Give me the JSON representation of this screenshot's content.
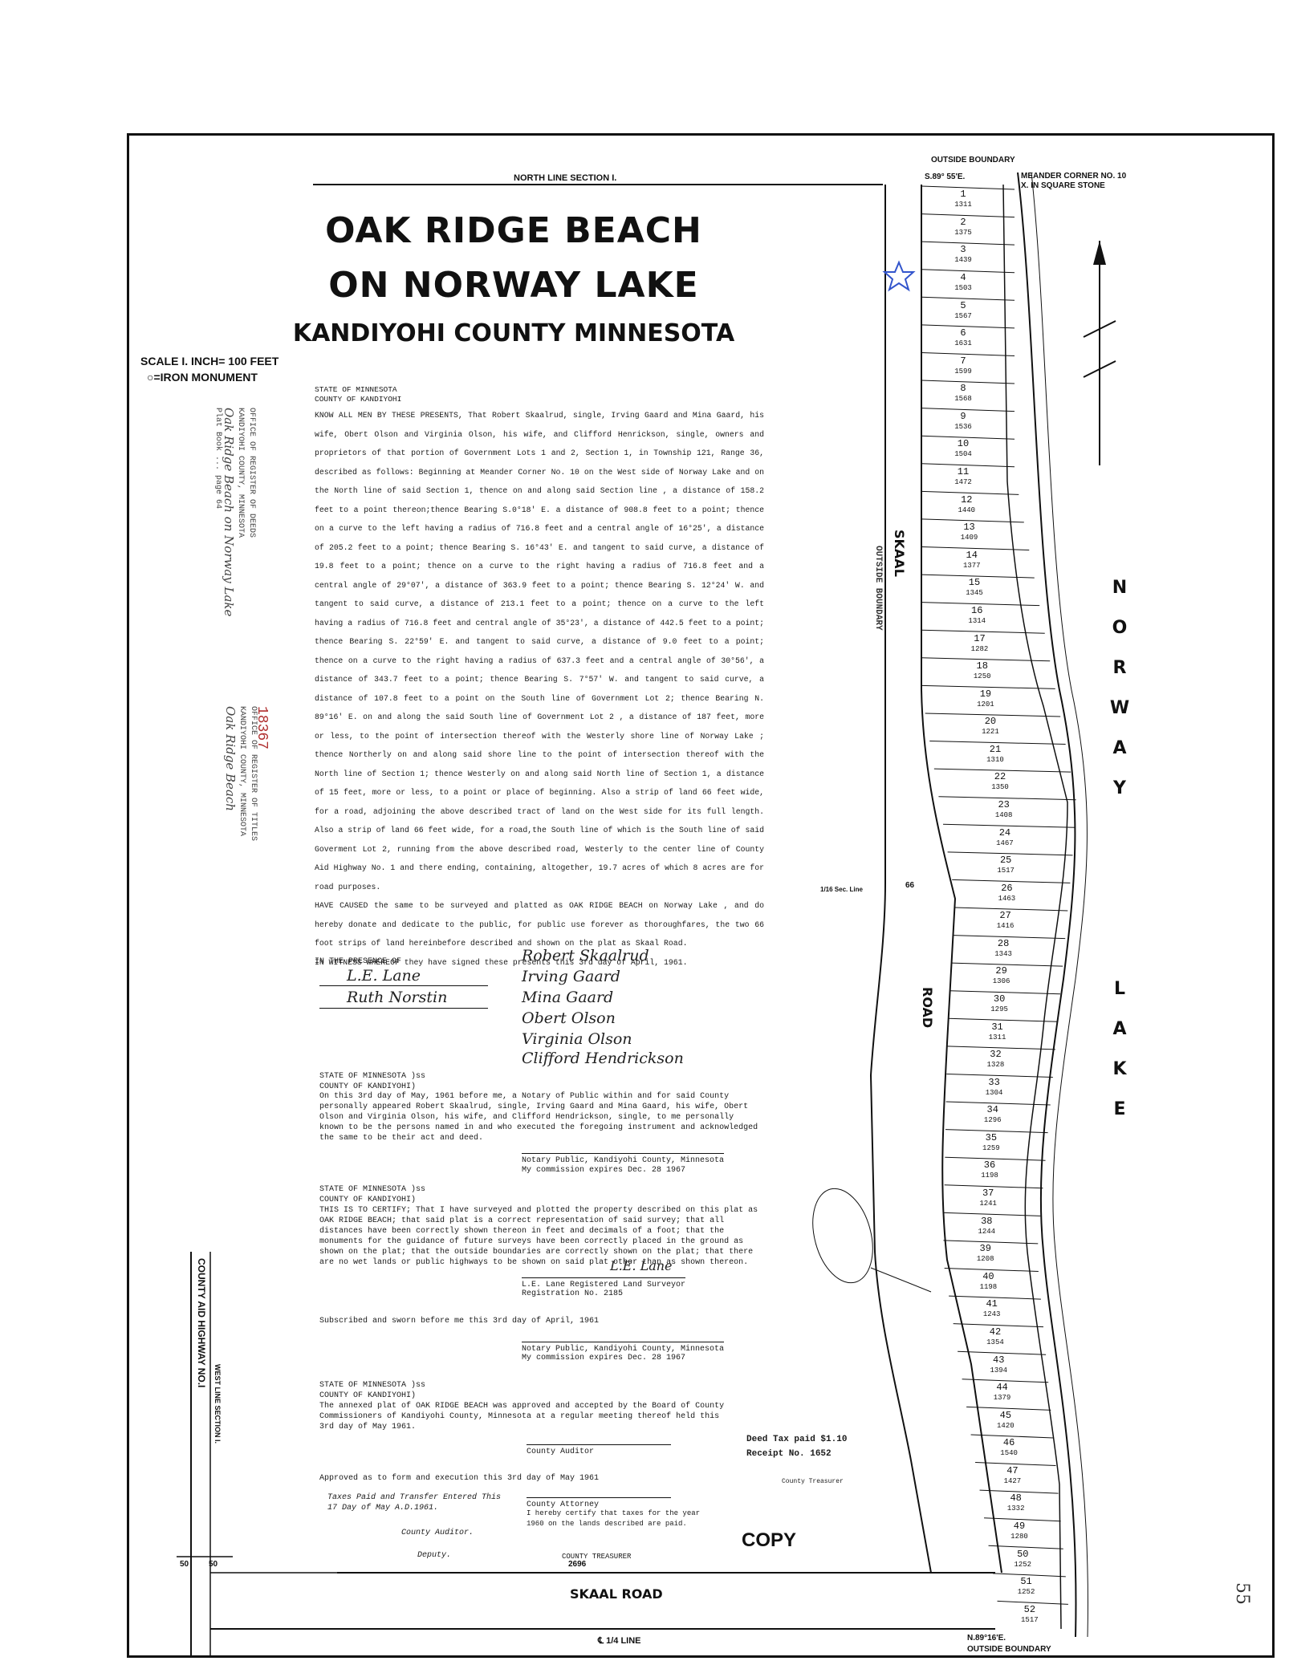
{
  "title": {
    "line1": "OAK RIDGE BEACH",
    "line2": "ON NORWAY LAKE",
    "line3": "KANDIYOHI COUNTY MINNESOTA"
  },
  "legend": {
    "scale": "SCALE I. INCH= 100 FEET",
    "monument": "○=IRON MONUMENT"
  },
  "map_labels": {
    "north_line": "NORTH LINE SECTION I.",
    "outside_boundary_top": "OUTSIDE BOUNDARY",
    "bearing_top": "S.89° 55'E.",
    "meander": "MEANDER CORNER NO. 10",
    "meander2": "X. IN SQUARE STONE",
    "lake": "NORWAY LAKE",
    "skaal": "SKAAL",
    "road": "ROAD",
    "outside_boundary_side": "OUTSIDE BOUNDARY",
    "skaal_road_bottom": "SKAAL ROAD",
    "quarter_line": "℄ 1/4 LINE",
    "outside_boundary_bottom": "OUTSIDE BOUNDARY",
    "bearing_bottom": "N.89°16'E.",
    "dist_2696": "2696",
    "county_aid": "COUNTY AID HIGHWAY NO.I",
    "west_line": "WEST LINE SECTION I.",
    "fifty_a": "50",
    "fifty_b": "50",
    "sixteenth": "1/16 Sec. Line",
    "dist_66": "66"
  },
  "lots": [
    {
      "n": "1",
      "a": "1311"
    },
    {
      "n": "2",
      "a": "1375"
    },
    {
      "n": "3",
      "a": "1439"
    },
    {
      "n": "4",
      "a": "1503"
    },
    {
      "n": "5",
      "a": "1567"
    },
    {
      "n": "6",
      "a": "1631"
    },
    {
      "n": "7",
      "a": "1599"
    },
    {
      "n": "8",
      "a": "1568"
    },
    {
      "n": "9",
      "a": "1536"
    },
    {
      "n": "10",
      "a": "1504"
    },
    {
      "n": "11",
      "a": "1472"
    },
    {
      "n": "12",
      "a": "1440"
    },
    {
      "n": "13",
      "a": "1409"
    },
    {
      "n": "14",
      "a": "1377"
    },
    {
      "n": "15",
      "a": "1345"
    },
    {
      "n": "16",
      "a": "1314"
    },
    {
      "n": "17",
      "a": "1282"
    },
    {
      "n": "18",
      "a": "1250"
    },
    {
      "n": "19",
      "a": "1201"
    },
    {
      "n": "20",
      "a": "1221"
    },
    {
      "n": "21",
      "a": "1310"
    },
    {
      "n": "22",
      "a": "1350"
    },
    {
      "n": "23",
      "a": "1408"
    },
    {
      "n": "24",
      "a": "1467"
    },
    {
      "n": "25",
      "a": "1517"
    },
    {
      "n": "26",
      "a": "1463"
    },
    {
      "n": "27",
      "a": "1416"
    },
    {
      "n": "28",
      "a": "1343"
    },
    {
      "n": "29",
      "a": "1306"
    },
    {
      "n": "30",
      "a": "1295"
    },
    {
      "n": "31",
      "a": "1311"
    },
    {
      "n": "32",
      "a": "1328"
    },
    {
      "n": "33",
      "a": "1304"
    },
    {
      "n": "34",
      "a": "1296"
    },
    {
      "n": "35",
      "a": "1259"
    },
    {
      "n": "36",
      "a": "1198"
    },
    {
      "n": "37",
      "a": "1241"
    },
    {
      "n": "38",
      "a": "1244"
    },
    {
      "n": "39",
      "a": "1208"
    },
    {
      "n": "40",
      "a": "1198"
    },
    {
      "n": "41",
      "a": "1243"
    },
    {
      "n": "42",
      "a": "1354"
    },
    {
      "n": "43",
      "a": "1394"
    },
    {
      "n": "44",
      "a": "1379"
    },
    {
      "n": "45",
      "a": "1420"
    },
    {
      "n": "46",
      "a": "1540"
    },
    {
      "n": "47",
      "a": "1427"
    },
    {
      "n": "48",
      "a": "1332"
    },
    {
      "n": "49",
      "a": "1280"
    },
    {
      "n": "50",
      "a": "1252"
    },
    {
      "n": "51",
      "a": "1252"
    },
    {
      "n": "52",
      "a": "1517"
    }
  ],
  "dedication": {
    "header1": "STATE OF MINNESOTA",
    "header2": "COUNTY OF KANDIYOHI",
    "text": "KNOW ALL MEN BY THESE PRESENTS, That Robert Skaalrud, single, Irving Gaard and Mina Gaard, his wife, Obert Olson and Virginia Olson, his wife, and Clifford Henrickson, single, owners and proprietors of that portion of Government Lots 1 and 2, Section 1, in Township 121, Range 36, described as follows: Beginning at Meander Corner No. 10 on the West side of Norway Lake and on the North line of said Section 1, thence on and along said Section line , a distance of 158.2 feet to a point thereon;thence Bearing S.0°18' E. a distance of 908.8 feet to a point; thence on a curve to the left having a radius of 716.8 feet and a central angle of 16°25', a distance of 205.2 feet to a point; thence Bearing S. 16°43' E. and tangent to said curve, a distance of 19.8 feet to a point; thence on a curve to the right having a radius of 716.8 feet and a central angle of 29°07', a distance of 363.9 feet to a point; thence Bearing S. 12°24' W. and tangent to said curve, a distance of 213.1 feet to a point; thence on a curve to the left having a radius of 716.8 feet and central angle of 35°23', a distance of 442.5 feet to a point; thence Bearing S. 22°59' E. and tangent to said curve, a distance of 9.0 feet to a point; thence on a curve to the right having a radius of 637.3 feet and a central angle of 30°56', a distance of 343.7 feet to a point; thence Bearing S. 7°57' W. and tangent to said curve, a distance of 107.8 feet to a point on the South line of Government Lot 2; thence Bearing N. 89°16' E. on and along the said South line of Government Lot 2 , a distance of 187 feet, more or less, to the point of intersection thereof with the Westerly shore line of Norway Lake ; thence Northerly on and along said shore line to the point of intersection thereof with the North line of Section 1; thence Westerly on and along said North line of Section 1, a distance of 15 feet, more or less, to a point or place of beginning. Also a strip of land 66 feet wide, for a road, adjoining the above described tract of land on the West side for its full length. Also a strip of land 66 feet wide, for a road,the South line of which is the South line of said Goverment Lot 2, running from the above described road, Westerly to the center line of County Aid Highway No. 1 and there ending, containing, altogether, 19.7 acres of which 8 acres are for road purposes.",
    "caused": "HAVE CAUSED the same to be surveyed and platted as OAK RIDGE BEACH on Norway Lake , and do hereby donate and dedicate to the public, for public use forever as thoroughfares, the two 66 foot strips of land hereinbefore described and shown on the plat as Skaal Road.",
    "witness": "IN WITNESS WHEREOF they have signed these presents this 3rd day of April, 1961.",
    "presence": "IN THE PRESENCE OF"
  },
  "signatures": {
    "owners": [
      "Robert Skaalrud",
      "Irving Gaard",
      "Mina Gaard",
      "Obert Olson",
      "Virginia Olson",
      "Clifford Hendrickson"
    ],
    "witnesses": [
      "L.E. Lane",
      "Ruth Norstin"
    ]
  },
  "notary1": {
    "header": "STATE OF MINNESOTA )ss\nCOUNTY OF KANDIYOHI)",
    "text": "On this 3rd day of May, 1961 before me, a Notary of Public within and for said County personally appeared Robert Skaalrud, single, Irving Gaard and Mina Gaard, his wife, Obert Olson and Virginia Olson, his wife, and Clifford Hendrickson, single, to me personally known to be the persons named in and who executed the foregoing instrument and acknowledged the same to be their act and deed.",
    "sign": "Notary Public, Kandiyohi County, Minnesota",
    "expires": "My commission expires Dec. 28 1967"
  },
  "surveyor": {
    "header": "STATE OF MINNESOTA )ss\nCOUNTY OF KANDIYOHI)",
    "text": "THIS IS TO CERTIFY; That I have surveyed and plotted the property described on this plat as OAK RIDGE BEACH; that said plat is a correct representation of said survey; that all distances have been correctly shown thereon in feet and decimals of a foot; that the monuments for the guidance of future surveys have been correctly placed in the ground as shown on the plat; that the outside boundaries are correctly shown on the plat; that there are no wet lands or public highways to be shown on said plat other than as shown thereon.",
    "sign": "L.E. Lane Registered Land Surveyor",
    "reg": "Registration No. 2185",
    "sworn": "Subscribed and sworn before me this 3rd day of April, 1961",
    "notary": "Notary Public, Kandiyohi County, Minnesota",
    "expires": "My commission expires Dec. 28 1967"
  },
  "board": {
    "header": "STATE OF MINNESOTA )ss\nCOUNTY OF KANDIYOHI)",
    "text": "The annexed plat of OAK RIDGE BEACH was approved and accepted by the Board of County Commissioners of Kandiyohi County, Minnesota at a regular meeting thereof held this 3rd day of May 1961.",
    "auditor": "County Auditor",
    "approved": "Approved as to form and execution this 3rd day of May 1961",
    "attorney": "County Attorney",
    "taxes": "Taxes Paid and Transfer Entered This 17 Day of May A.D.1961.",
    "county_auditor": "County Auditor.",
    "deputy": "Deputy.",
    "certify": "I hereby certify that taxes for the year 1960 on the lands described are paid.",
    "treasurer": "COUNTY TREASURER",
    "deed_tax": "Deed Tax paid $1.10",
    "receipt": "Receipt No. 1652",
    "treasurer2": "County Treasurer"
  },
  "stamps": {
    "doc_no": "18367",
    "page_mark": "55",
    "copy": "COPY"
  }
}
